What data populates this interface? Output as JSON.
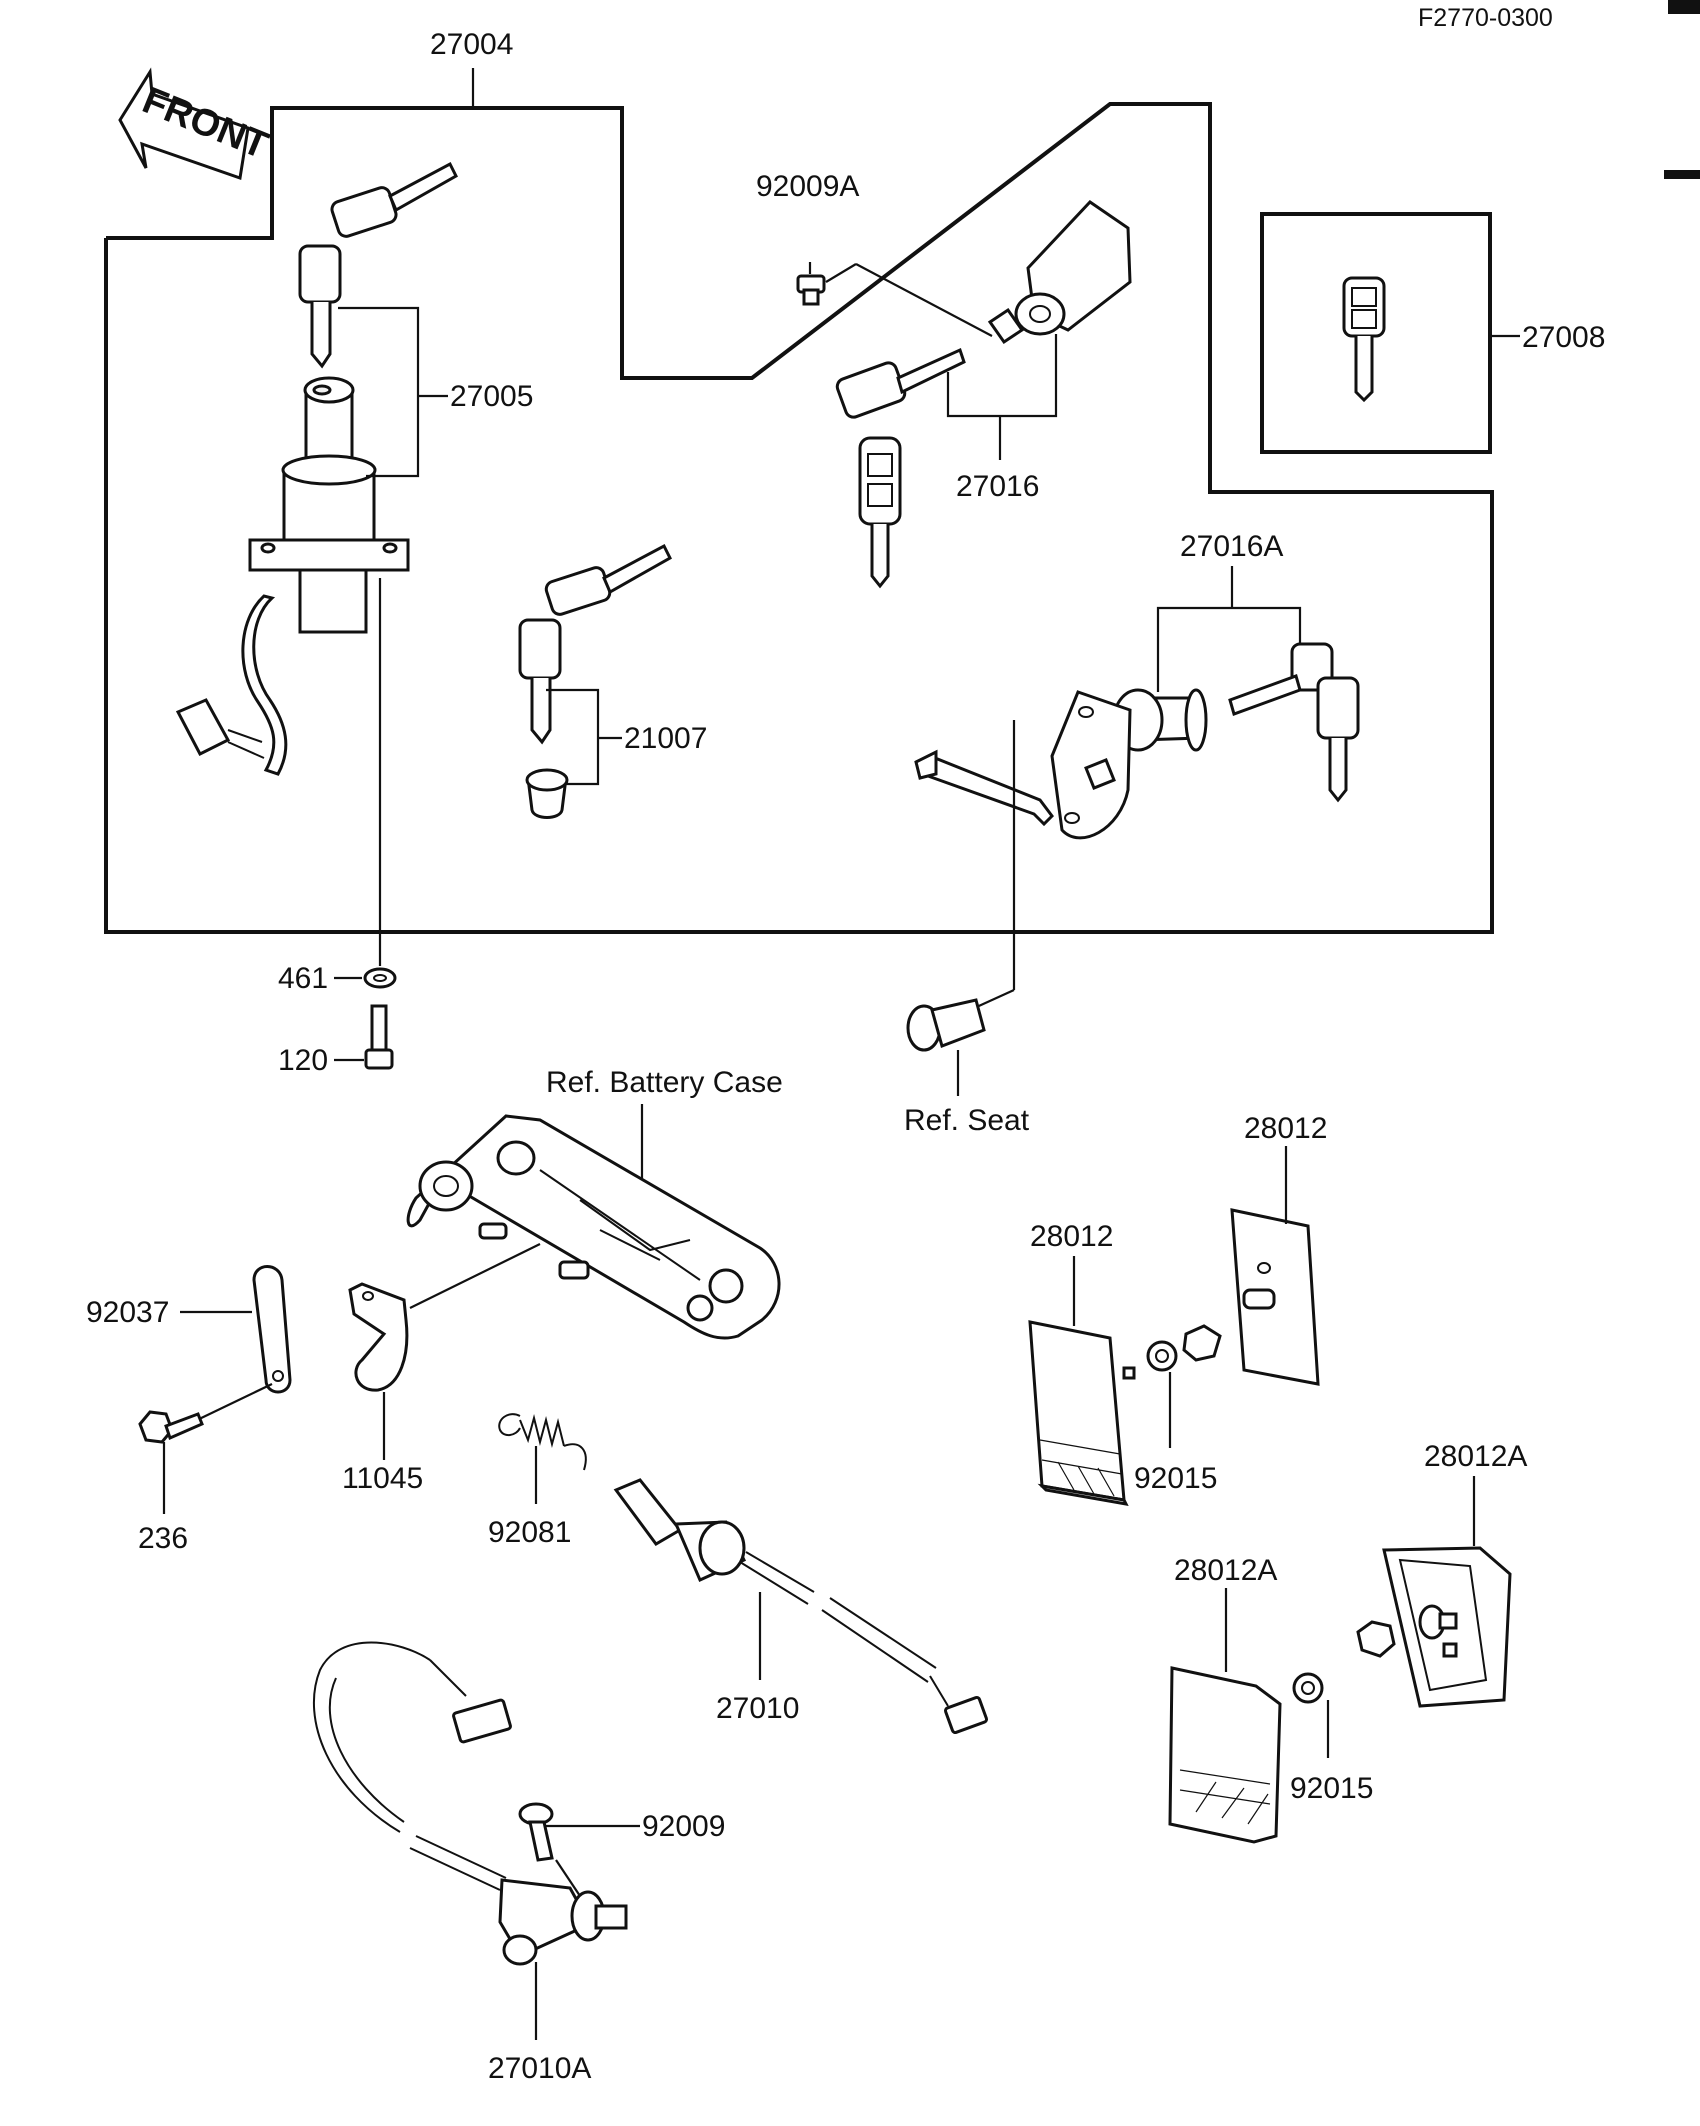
{
  "header": {
    "code": "F2770-0300"
  },
  "front_arrow": {
    "label": "FRONT"
  },
  "callouts": {
    "kit_main": "27004",
    "ignition_switch": "27005",
    "key_set_lock": "27016",
    "lock_screw": "92009A",
    "blank_key": "27008",
    "seat_lock": "27016A",
    "fuel_cap_lock": "21007",
    "washer": "461",
    "bolt": "120",
    "ref_battery_case": "Ref. Battery Case",
    "ref_seat": "Ref. Seat",
    "clamp": "92037",
    "bracket": "11045",
    "bolt_236": "236",
    "spring": "92081",
    "rear_brake_switch": "27010",
    "switch_assy": "27010A",
    "screw_92009": "92009",
    "reflector_upper": "28012",
    "reflector_lower": "28012",
    "nut_upper": "92015",
    "reflector_a_right": "28012A",
    "reflector_a_left": "28012A",
    "nut_lower": "92015"
  }
}
